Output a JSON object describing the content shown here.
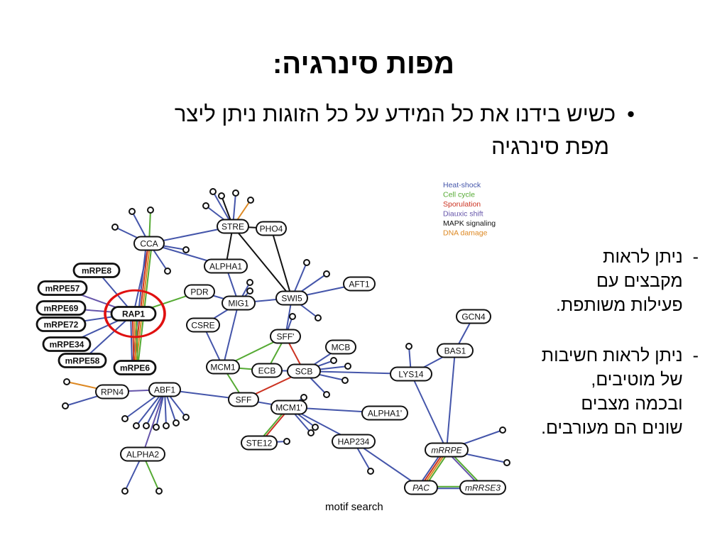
{
  "title": "מפות סינרגיה:",
  "bullet_main": {
    "marker": "•",
    "line1": "כשיש בידנו את כל המידע על כל הזוגות ניתן ליצר",
    "line2": "מפת סינרגיה"
  },
  "side_points": [
    {
      "marker": "-",
      "text": "ניתן לראות מקבצים  עם פעילות משותפת."
    },
    {
      "marker": "-",
      "text": "ניתן לראות חשיבות של מוטיבים, ובכמה מצבים שונים הם מעורבים."
    }
  ],
  "legend": [
    {
      "label": "Heat-shock",
      "color": "#4455aa"
    },
    {
      "label": "Cell cycle",
      "color": "#55aa33"
    },
    {
      "label": "Sporulation",
      "color": "#cc3322"
    },
    {
      "label": "Diauxic shift",
      "color": "#6655aa"
    },
    {
      "label": "MAPK signaling",
      "color": "#111111"
    },
    {
      "label": "DNA damage",
      "color": "#dd8822"
    }
  ],
  "caption": "motif search",
  "network": {
    "nodes": [
      {
        "id": "STRE",
        "label": "STRE"
      },
      {
        "id": "PHO4",
        "label": "PHO4"
      },
      {
        "id": "CCA",
        "label": "CCA"
      },
      {
        "id": "ALPHA1",
        "label": "ALPHA1"
      },
      {
        "id": "mRPE8",
        "label": "mRPE8",
        "bold": true
      },
      {
        "id": "mRPE57",
        "label": "mRPE57",
        "bold": true
      },
      {
        "id": "RAP1",
        "label": "RAP1",
        "bold": true
      },
      {
        "id": "mRPE69",
        "label": "mRPE69",
        "bold": true
      },
      {
        "id": "mRPE72",
        "label": "mRPE72",
        "bold": true
      },
      {
        "id": "mRPE34",
        "label": "mRPE34",
        "bold": true
      },
      {
        "id": "mRPE58",
        "label": "mRPE58",
        "bold": true
      },
      {
        "id": "mRPE6",
        "label": "mRPE6",
        "bold": true
      },
      {
        "id": "PDR",
        "label": "PDR"
      },
      {
        "id": "MIG1",
        "label": "MIG1"
      },
      {
        "id": "SWI5",
        "label": "SWI5"
      },
      {
        "id": "AFT1",
        "label": "AFT1"
      },
      {
        "id": "CSRE",
        "label": "CSRE"
      },
      {
        "id": "SFFp",
        "label": "SFF'"
      },
      {
        "id": "MCB",
        "label": "MCB"
      },
      {
        "id": "MCM1",
        "label": "MCM1"
      },
      {
        "id": "ECB",
        "label": "ECB"
      },
      {
        "id": "SCB",
        "label": "SCB"
      },
      {
        "id": "RPN4",
        "label": "RPN4"
      },
      {
        "id": "ABF1",
        "label": "ABF1"
      },
      {
        "id": "SFF",
        "label": "SFF"
      },
      {
        "id": "MCM1p",
        "label": "MCM1'"
      },
      {
        "id": "ALPHA1p",
        "label": "ALPHA1'"
      },
      {
        "id": "STE12",
        "label": "STE12"
      },
      {
        "id": "HAP234",
        "label": "HAP234"
      },
      {
        "id": "ALPHA2",
        "label": "ALPHA2"
      },
      {
        "id": "GCN4",
        "label": "GCN4"
      },
      {
        "id": "BAS1",
        "label": "BAS1"
      },
      {
        "id": "LYS14",
        "label": "LYS14"
      },
      {
        "id": "mRRPE",
        "label": "mRRPE",
        "italic": true
      },
      {
        "id": "PAC",
        "label": "PAC",
        "italic": true
      },
      {
        "id": "mRRSE3",
        "label": "mRRSE3",
        "italic": true
      }
    ],
    "edges": [
      {
        "a": "STRE",
        "b": "PHO4",
        "colors": [
          "#111111"
        ]
      },
      {
        "a": "STRE",
        "b": "CCA",
        "colors": [
          "#4455aa"
        ]
      },
      {
        "a": "STRE",
        "b": "ALPHA1",
        "colors": [
          "#111111"
        ]
      },
      {
        "a": "STRE",
        "b": "SWI5",
        "colors": [
          "#111111"
        ]
      },
      {
        "a": "PHO4",
        "b": "SWI5",
        "colors": [
          "#111111"
        ]
      },
      {
        "a": "CCA",
        "b": "ALPHA1",
        "colors": [
          "#4455aa"
        ]
      },
      {
        "a": "CCA",
        "b": "RAP1",
        "colors": [
          "#4455aa"
        ]
      },
      {
        "a": "CCA",
        "b": "mRPE6",
        "colors": [
          "#55aa33",
          "#dd8822",
          "#cc3322",
          "#4455aa"
        ]
      },
      {
        "a": "ALPHA1",
        "b": "MIG1",
        "colors": [
          "#4455aa"
        ]
      },
      {
        "a": "RAP1",
        "b": "mRPE8",
        "colors": [
          "#4455aa"
        ]
      },
      {
        "a": "RAP1",
        "b": "mRPE57",
        "colors": [
          "#6655aa"
        ]
      },
      {
        "a": "RAP1",
        "b": "mRPE69",
        "colors": [
          "#6655aa"
        ]
      },
      {
        "a": "RAP1",
        "b": "mRPE72",
        "colors": [
          "#4455aa"
        ]
      },
      {
        "a": "RAP1",
        "b": "mRPE34",
        "colors": [
          "#4455aa"
        ]
      },
      {
        "a": "RAP1",
        "b": "mRPE58",
        "colors": [
          "#4455aa"
        ]
      },
      {
        "a": "RAP1",
        "b": "mRPE6",
        "colors": [
          "#55aa33",
          "#dd8822",
          "#cc3322",
          "#4455aa"
        ]
      },
      {
        "a": "RAP1",
        "b": "PDR",
        "colors": [
          "#55aa33"
        ]
      },
      {
        "a": "PDR",
        "b": "MIG1",
        "colors": [
          "#4455aa"
        ]
      },
      {
        "a": "MIG1",
        "b": "SWI5",
        "colors": [
          "#4455aa"
        ]
      },
      {
        "a": "MIG1",
        "b": "MCM1",
        "colors": [
          "#4455aa"
        ]
      },
      {
        "a": "SWI5",
        "b": "AFT1",
        "colors": [
          "#4455aa"
        ]
      },
      {
        "a": "SWI5",
        "b": "SFFp",
        "colors": [
          "#4455aa"
        ]
      },
      {
        "a": "CSRE",
        "b": "MIG1",
        "colors": [
          "#4455aa"
        ]
      },
      {
        "a": "CSRE",
        "b": "MCM1",
        "colors": [
          "#4455aa"
        ]
      },
      {
        "a": "SFFp",
        "b": "MCM1",
        "colors": [
          "#55aa33"
        ]
      },
      {
        "a": "SFFp",
        "b": "SCB",
        "colors": [
          "#cc3322"
        ]
      },
      {
        "a": "SFFp",
        "b": "ECB",
        "colors": [
          "#55aa33"
        ]
      },
      {
        "a": "SCB",
        "b": "MCB",
        "colors": [
          "#4455aa"
        ]
      },
      {
        "a": "SCB",
        "b": "ECB",
        "colors": [
          "#4455aa"
        ]
      },
      {
        "a": "SCB",
        "b": "SFF",
        "colors": [
          "#cc3322"
        ]
      },
      {
        "a": "SCB",
        "b": "LYS14",
        "colors": [
          "#4455aa"
        ]
      },
      {
        "a": "MCM1",
        "b": "SFF",
        "colors": [
          "#55aa33"
        ]
      },
      {
        "a": "MCM1",
        "b": "ECB",
        "colors": [
          "#55aa33"
        ]
      },
      {
        "a": "ABF1",
        "b": "RPN4",
        "colors": [
          "#6655aa"
        ]
      },
      {
        "a": "ABF1",
        "b": "SFF",
        "colors": [
          "#4455aa"
        ]
      },
      {
        "a": "ABF1",
        "b": "ALPHA2",
        "colors": [
          "#6655aa"
        ]
      },
      {
        "a": "SFF",
        "b": "MCM1p",
        "colors": [
          "#4455aa"
        ]
      },
      {
        "a": "MCM1p",
        "b": "ALPHA1p",
        "colors": [
          "#4455aa"
        ]
      },
      {
        "a": "MCM1p",
        "b": "STE12",
        "colors": [
          "#cc3322",
          "#55aa33"
        ]
      },
      {
        "a": "MCM1p",
        "b": "HAP234",
        "colors": [
          "#4455aa"
        ]
      },
      {
        "a": "BAS1",
        "b": "GCN4",
        "colors": [
          "#4455aa"
        ]
      },
      {
        "a": "BAS1",
        "b": "LYS14",
        "colors": [
          "#4455aa"
        ]
      },
      {
        "a": "BAS1",
        "b": "mRRPE",
        "colors": [
          "#4455aa"
        ]
      },
      {
        "a": "LYS14",
        "b": "mRRPE",
        "colors": [
          "#4455aa"
        ]
      },
      {
        "a": "mRRPE",
        "b": "PAC",
        "colors": [
          "#55aa33",
          "#dd8822",
          "#cc3322",
          "#4455aa"
        ]
      },
      {
        "a": "mRRPE",
        "b": "mRRSE3",
        "colors": [
          "#55aa33",
          "#6655aa"
        ]
      },
      {
        "a": "PAC",
        "b": "mRRSE3",
        "colors": [
          "#55aa33",
          "#4455aa"
        ]
      },
      {
        "a": "HAP234",
        "b": "PAC",
        "colors": [
          "#4455aa"
        ]
      }
    ],
    "leaves": [
      {
        "node": "STRE",
        "color": "#4455aa"
      },
      {
        "node": "STRE",
        "color": "#111111"
      },
      {
        "node": "STRE",
        "color": "#4455aa"
      },
      {
        "node": "STRE",
        "color": "#dd8822"
      },
      {
        "node": "STRE",
        "color": "#4455aa"
      },
      {
        "node": "CCA",
        "color": "#4455aa"
      },
      {
        "node": "CCA",
        "color": "#55aa33"
      },
      {
        "node": "CCA",
        "color": "#4455aa"
      },
      {
        "node": "CCA",
        "color": "#4455aa"
      },
      {
        "node": "CCA",
        "color": "#4455aa"
      },
      {
        "node": "MIG1",
        "color": "#4455aa"
      },
      {
        "node": "MIG1",
        "color": "#4455aa"
      },
      {
        "node": "SWI5",
        "color": "#4455aa"
      },
      {
        "node": "SWI5",
        "color": "#4455aa"
      },
      {
        "node": "SWI5",
        "color": "#4455aa"
      },
      {
        "node": "SFFp",
        "color": "#4455aa"
      },
      {
        "node": "SCB",
        "color": "#4455aa"
      },
      {
        "node": "SCB",
        "color": "#4455aa"
      },
      {
        "node": "SCB",
        "color": "#4455aa"
      },
      {
        "node": "SCB",
        "color": "#4455aa"
      },
      {
        "node": "RPN4",
        "color": "#dd8822"
      },
      {
        "node": "RPN4",
        "color": "#4455aa"
      },
      {
        "node": "ABF1",
        "color": "#4455aa"
      },
      {
        "node": "ABF1",
        "color": "#4455aa"
      },
      {
        "node": "ABF1",
        "color": "#4455aa"
      },
      {
        "node": "ABF1",
        "color": "#4455aa"
      },
      {
        "node": "ABF1",
        "color": "#4455aa"
      },
      {
        "node": "ABF1",
        "color": "#4455aa"
      },
      {
        "node": "ABF1",
        "color": "#4455aa"
      },
      {
        "node": "ALPHA2",
        "color": "#4455aa"
      },
      {
        "node": "ALPHA2",
        "color": "#55aa33"
      },
      {
        "node": "MCM1p",
        "color": "#4455aa"
      },
      {
        "node": "MCM1p",
        "color": "#4455aa"
      },
      {
        "node": "MCM1p",
        "color": "#4455aa"
      },
      {
        "node": "STE12",
        "color": "#4455aa"
      },
      {
        "node": "HAP234",
        "color": "#4455aa"
      },
      {
        "node": "LYS14",
        "color": "#4455aa"
      },
      {
        "node": "mRRPE",
        "color": "#4455aa"
      },
      {
        "node": "mRRPE",
        "color": "#4455aa"
      }
    ]
  }
}
